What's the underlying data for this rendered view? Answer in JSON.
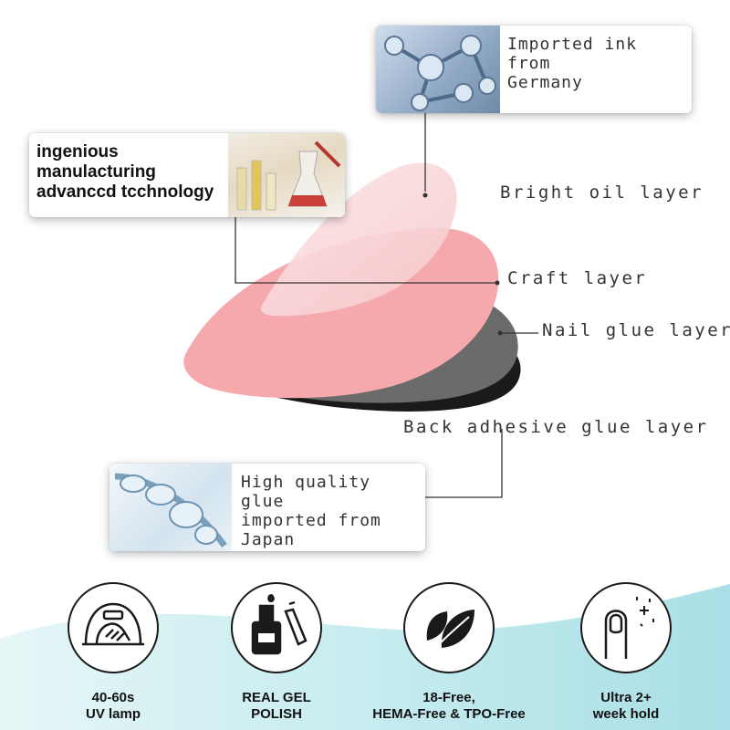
{
  "cards": {
    "ink": {
      "lines": [
        "Imported ink from",
        "Germany"
      ],
      "image_icon": "molecule-icon"
    },
    "tech": {
      "lines": [
        "ingenious",
        "manulacturing",
        "advanccd tcchnology"
      ],
      "image_icon": "laboratory-icon"
    },
    "glue": {
      "lines": [
        "High quality glue",
        "imported from",
        "Japan"
      ],
      "image_icon": "glue-droplets-icon"
    }
  },
  "layers": [
    {
      "label": "Bright oil layer",
      "color": "#f9d9dc"
    },
    {
      "label": "Craft layer",
      "color": "#f6a9ad"
    },
    {
      "label": "Nail glue layer",
      "color": "#6b6b6b"
    },
    {
      "label": "Back adhesive glue layer",
      "color": "#1a1a1a"
    }
  ],
  "features": [
    {
      "icon": "uv-lamp-icon",
      "line1": "40-60s",
      "line2": "UV lamp"
    },
    {
      "icon": "gel-polish-bottle-icon",
      "line1": "REAL GEL",
      "line2": "POLISH"
    },
    {
      "icon": "leaf-icon",
      "line1": "18-Free,",
      "line2": "HEMA-Free & TPO-Free"
    },
    {
      "icon": "nail-sparkle-icon",
      "line1": "Ultra 2+",
      "line2": "week hold"
    }
  ],
  "colors": {
    "wave": "#bfe9ef",
    "icon_stroke": "#1a1a1a"
  }
}
